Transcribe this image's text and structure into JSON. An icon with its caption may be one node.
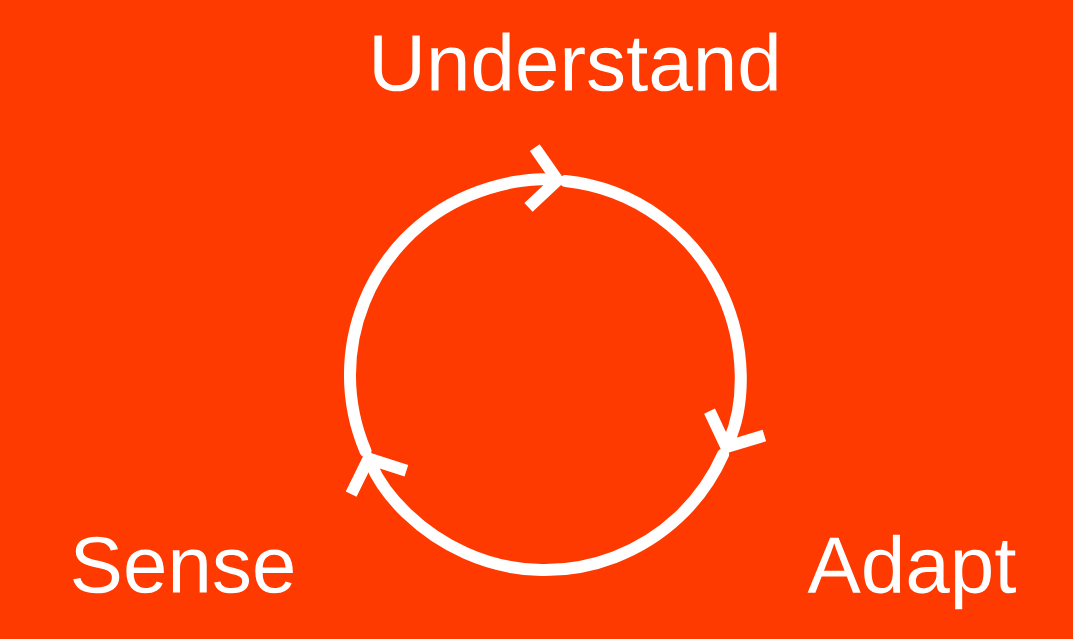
{
  "diagram": {
    "labels": [
      "Understand",
      "Sense",
      "Adapt"
    ]
  }
}
